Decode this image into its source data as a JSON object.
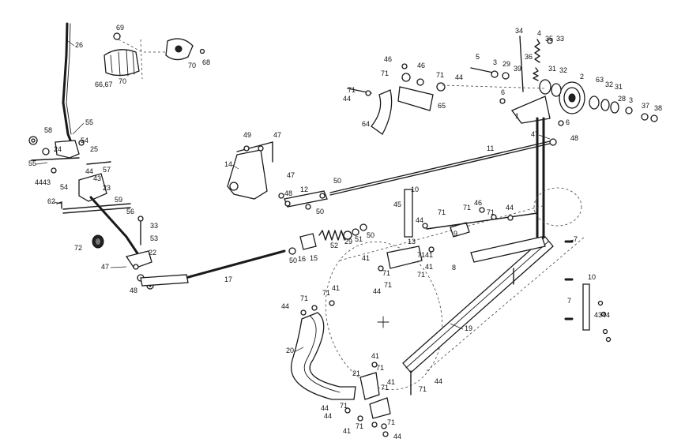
{
  "labels": {
    "l26": "26",
    "l69": "69",
    "l70a": "70",
    "l68": "68",
    "l6667": "66,67",
    "l70b": "70",
    "l58": "58",
    "l55a": "55",
    "l24": "24",
    "l54a": "54",
    "l25": "25",
    "l55b": "55",
    "l57": "57",
    "l4443": "4443",
    "l54b": "54",
    "l44a": "44",
    "l43a": "43",
    "l23": "23",
    "l59": "59",
    "l62": "62",
    "l56": "56",
    "l33a": "33",
    "l53": "53",
    "l72": "72",
    "l22": "22",
    "l47a": "47",
    "l48a": "48",
    "l17": "17",
    "l49": "49",
    "l47b": "47",
    "l14": "14",
    "l47c": "47",
    "l12": "12",
    "l48b": "48",
    "l50a": "50",
    "l50b": "50",
    "l50c": "50",
    "l29": "29",
    "l51": "51",
    "l52": "52",
    "l50d": "50",
    "l16": "16",
    "l15": "15",
    "l46a": "46",
    "l71a": "71",
    "l46b": "46",
    "l71b": "71",
    "l44b": "44",
    "l65": "65",
    "l71c": "71",
    "l44c": "44",
    "l64": "64",
    "l5": "5",
    "l3a": "3",
    "l29b": "29",
    "l39": "39",
    "l36": "36",
    "l34": "34",
    "l4": "4",
    "l35": "35",
    "l33b": "33",
    "l31a": "31",
    "l32a": "32",
    "l2": "2",
    "l63": "63",
    "l32b": "32",
    "l31b": "31",
    "l28": "28",
    "l3b": "3",
    "l37": "37",
    "l38": "38",
    "l6a": "6",
    "l1": "1",
    "l6b": "6",
    "l47d": "47",
    "l48c": "48",
    "l11": "11",
    "l10a": "10",
    "l45": "45",
    "l44d": "44",
    "l71d": "71",
    "l46c": "46",
    "l71e": "71",
    "l44e": "44",
    "l9": "9",
    "l41a": "41",
    "l13": "13",
    "l71f": "71",
    "l8": "8",
    "l7a": "7",
    "l41b": "41",
    "l41c": "41",
    "l71g": "71",
    "l44f": "44",
    "l10b": "10",
    "l7b": "7",
    "l4344": "4344",
    "l19": "19",
    "l44g": "44",
    "l71h": "71",
    "l71i": "71",
    "l41d": "41",
    "l20": "20",
    "l41e": "41",
    "l71j": "71",
    "l21": "21",
    "l41f": "41",
    "l71k": "71",
    "l44h": "44",
    "l44i": "44",
    "l71l": "71",
    "l41g": "41",
    "l71m": "71",
    "l71n": "71",
    "l44j": "44"
  }
}
